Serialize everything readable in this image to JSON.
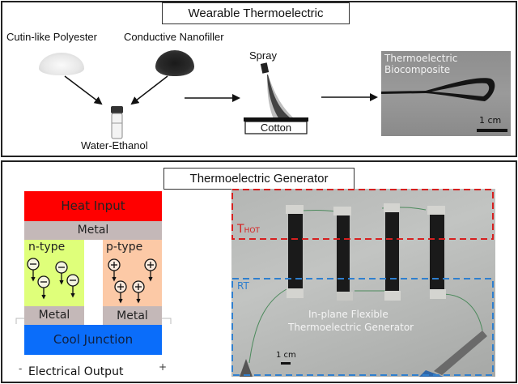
{
  "top_panel": {
    "title": "Wearable Thermoelectric",
    "inputs": [
      {
        "label": "Cutin-like Polyester",
        "icon": "white-powder"
      },
      {
        "label": "Conductive Nanofiller",
        "icon": "black-powder"
      }
    ],
    "mixture_label": "Water-Ethanol",
    "spray_label": "Spray",
    "substrate_label": "Cotton",
    "result": {
      "caption_line1": "Thermoelectric",
      "caption_line2": "Biocomposite",
      "scale_bar": "1 cm"
    }
  },
  "bottom_panel": {
    "title": "Thermoelectric Generator",
    "schematic": {
      "heat_input": "Heat Input",
      "metal_top": "Metal",
      "n_type": "n-type",
      "p_type": "p-type",
      "metal_left": "Metal",
      "metal_right": "Metal",
      "cool_junction": "Cool Junction",
      "output_label": "Electrical Output",
      "minus_sign": "-",
      "plus_sign": "+",
      "electron_symbol": "−",
      "hole_symbol": "+"
    },
    "photo": {
      "hot_zone_label": "T",
      "hot_zone_sub": "HOT",
      "rt_zone_label": "RT",
      "caption_line1": "In-plane Flexible",
      "caption_line2": "Thermoelectric Generator",
      "scale_bar": "1 cm"
    }
  },
  "colors": {
    "heat": "#ff0000",
    "metal": "#c4b8b8",
    "n_type": "#dfff7a",
    "p_type": "#fcc9a6",
    "cool": "#0a6dfa",
    "hot_zone": "#d62020",
    "rt_zone": "#2f7fce"
  }
}
